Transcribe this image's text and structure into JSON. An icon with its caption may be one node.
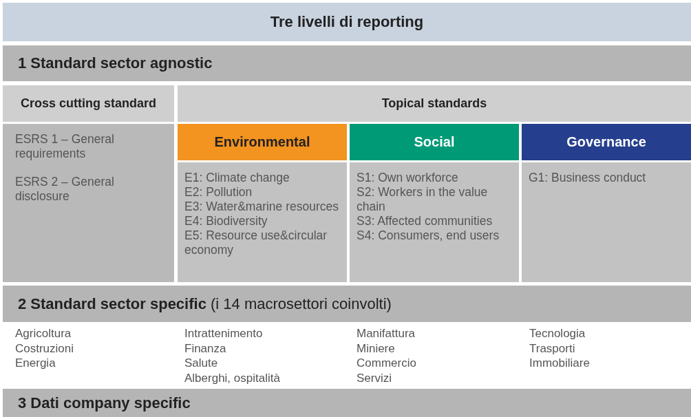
{
  "diagram": {
    "nodes": [
      {
        "text": [
          "Tre livelli di reporting"
        ]
      },
      {
        "text": [
          "1 Standard sector agnostic"
        ]
      },
      {
        "text": [
          "Cross cutting standard"
        ]
      },
      {
        "text": [
          "Topical standards"
        ]
      },
      {
        "text": [
          "ESRS 1 – General requirements",
          "ESRS 2 – General disclosure"
        ]
      },
      {
        "text": [
          "Environmental"
        ]
      },
      {
        "text": [
          "Social"
        ]
      },
      {
        "text": [
          "Governance"
        ]
      },
      {
        "text": [
          "E1: Climate change",
          "E2: Pollution",
          "E3: Water&marine resources",
          "E4: Biodiversity",
          "E5: Resource use&circular economy"
        ]
      },
      {
        "text": [
          "S1: Own workforce",
          "S2: Workers in the value chain",
          "S3: Affected communities",
          "S4: Consumers, end users"
        ]
      },
      {
        "text": [
          "G1: Business conduct"
        ]
      },
      {
        "text": [
          "**2 Standard sector specific** (i 14 macrosettori coinvolti)"
        ]
      },
      {
        "text": [
          "3 Dati company specific"
        ]
      }
    ],
    "edges": [],
    "labels": [
      "Agricoltura",
      "Intrattenimento",
      "Manifattura",
      "Tecnologia",
      "Costruzioni",
      "Finanza",
      "Miniere",
      "Trasporti",
      "Energia",
      "Salute",
      "Commercio",
      "Immobiliare",
      "Alberghi, ospitalità",
      "Servizi"
    ]
  }
}
